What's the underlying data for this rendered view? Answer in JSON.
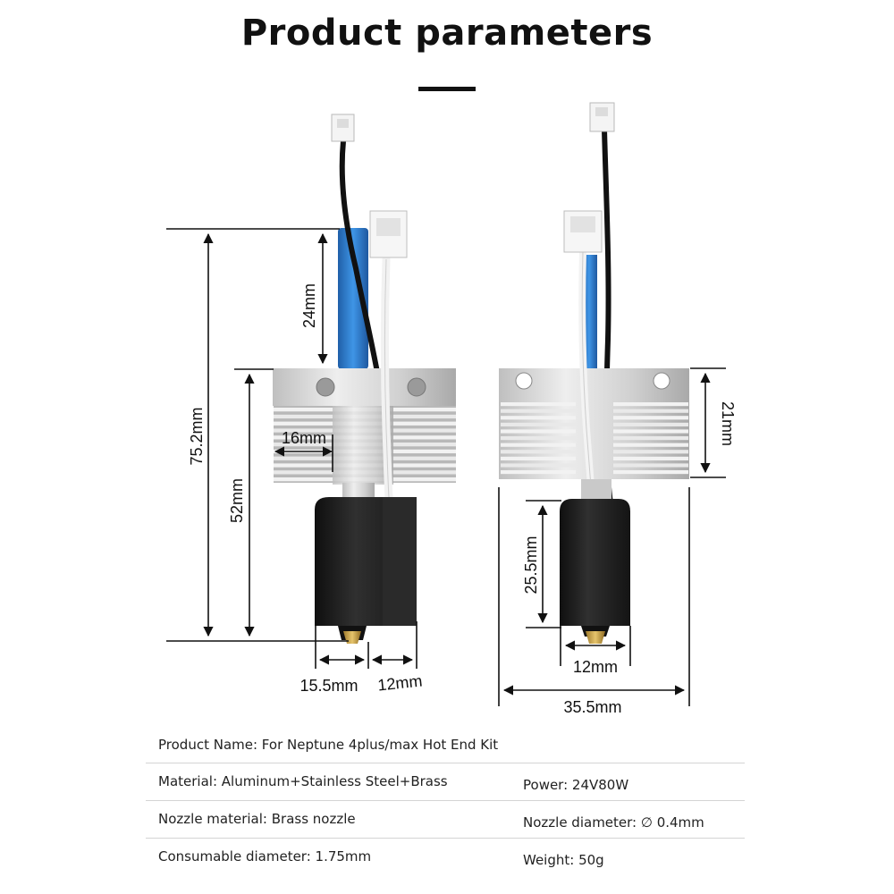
{
  "page": {
    "title": "Product parameters"
  },
  "dimensions": {
    "total_height": "75.2mm",
    "tube_height": "24mm",
    "body_height": "52mm",
    "heatsink_depth": "16mm",
    "block_width": "15.5mm",
    "block_depth": "12mm",
    "heatsink_height": "21mm",
    "block_height": "25.5mm",
    "block_width_front": "12mm",
    "heatsink_width": "35.5mm"
  },
  "params": {
    "product_name": "Product Name: For Neptune 4plus/max Hot End Kit",
    "material": "Material: Aluminum+Stainless Steel+Brass",
    "power": "Power: 24V80W",
    "nozzle_material": "Nozzle material: Brass nozzle",
    "nozzle_diameter": "Nozzle diameter: ∅ 0.4mm",
    "consumable_diameter": "Consumable diameter: 1.75mm",
    "weight": "Weight: 50g"
  },
  "colors": {
    "aluminum": "#d9d9d9",
    "heater_block": "#1c1c1c",
    "brass": "#c9a24a",
    "ptfe_tube": "#2f7fd1"
  }
}
